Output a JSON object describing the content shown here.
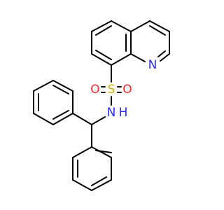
{
  "molecule": {
    "atoms": {
      "n_ring": {
        "symbol": "N",
        "color": "#2b2bf0"
      },
      "s": {
        "symbol": "S",
        "color": "#c8b400"
      },
      "o_left": {
        "symbol": "O",
        "color": "#f02a2a"
      },
      "o_right": {
        "symbol": "O",
        "color": "#f02a2a"
      },
      "nh": {
        "symbol": "N",
        "h_symbol": "H",
        "color": "#2b2bf0"
      }
    },
    "bond_color": "#000000"
  }
}
